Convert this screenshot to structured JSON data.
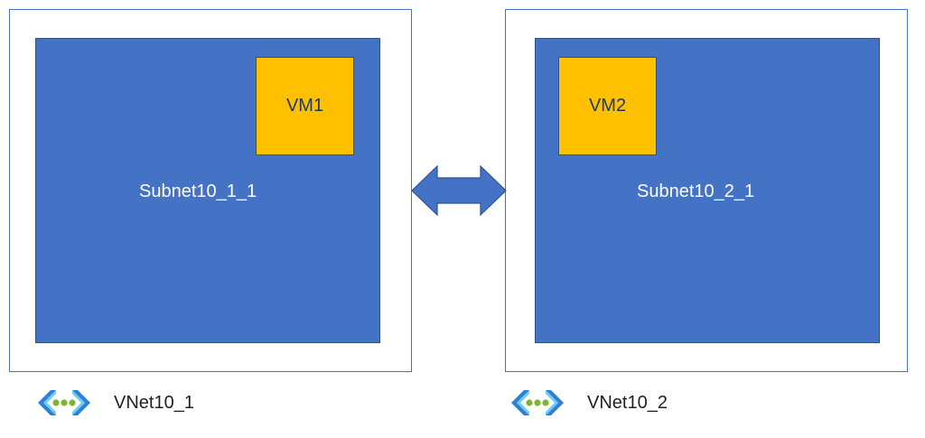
{
  "colors": {
    "vnet_border": "#4a72c4",
    "subnet_fill": "#4472c4",
    "vm_fill": "#ffc000",
    "arrow_fill": "#4472c4",
    "icon_blue": "#2f7fd6",
    "icon_cyan": "#50c8f0",
    "icon_dots": "#7cb530"
  },
  "diagram": {
    "left_vnet": {
      "name": "VNet10_1",
      "icon": "virtual-network-icon",
      "subnet": {
        "name": "Subnet10_1_1"
      },
      "vm": {
        "name": "VM1"
      }
    },
    "right_vnet": {
      "name": "VNet10_2",
      "icon": "virtual-network-icon",
      "subnet": {
        "name": "Subnet10_2_1"
      },
      "vm": {
        "name": "VM2"
      }
    },
    "connector": {
      "icon": "double-headed-arrow",
      "direction": "bidirectional"
    }
  }
}
